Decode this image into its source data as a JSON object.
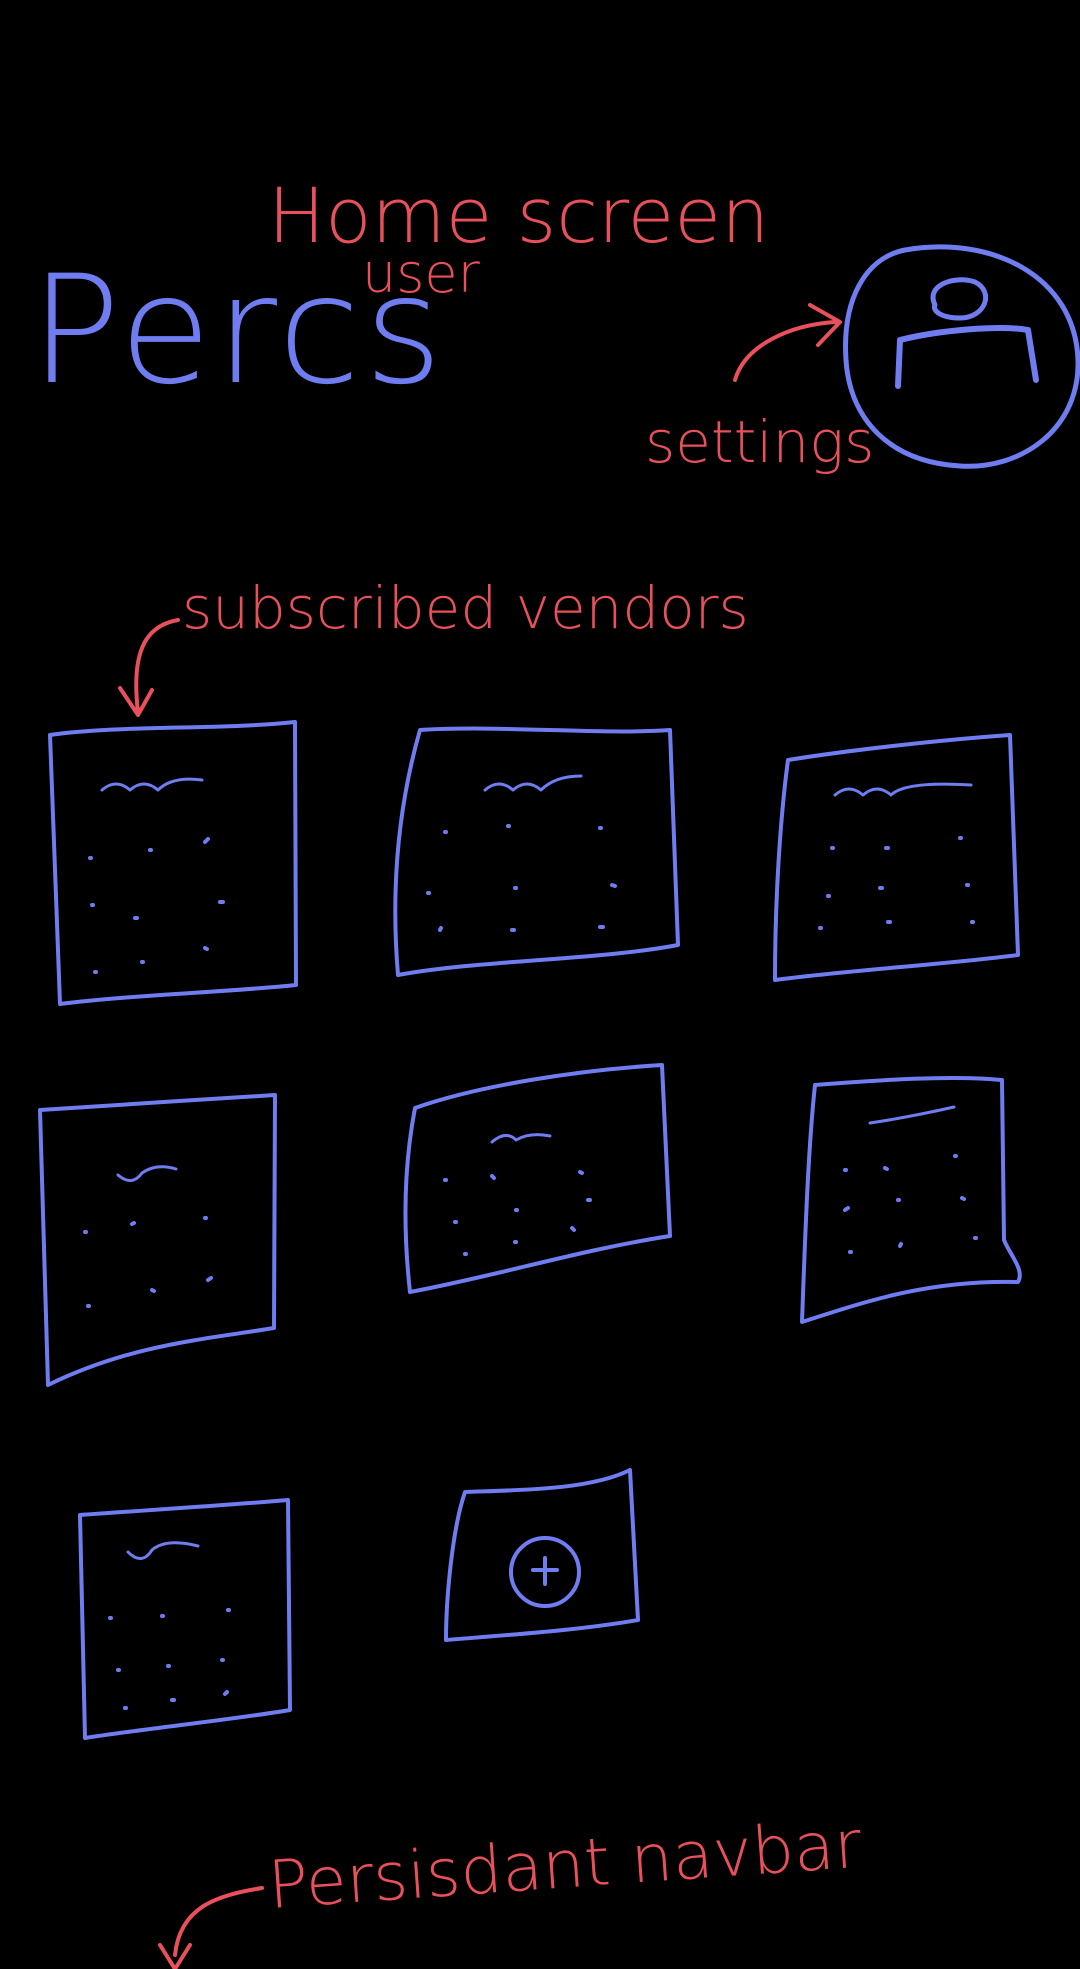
{
  "app": {
    "name": "Percs",
    "screen_title": "Home screen",
    "colors": {
      "sketch_blue": "#6f7df0",
      "annotation_red": "#e8505b",
      "background": "#000000"
    }
  },
  "annotations": {
    "user": "user",
    "settings": "settings",
    "subscribed_vendors": "subscribed vendors",
    "persistent_navbar": "Persisdant navbar"
  },
  "profile": {
    "icon": "user-avatar-icon"
  },
  "vendors": {
    "count": 7,
    "add_button_icon": "plus-circle-icon"
  }
}
